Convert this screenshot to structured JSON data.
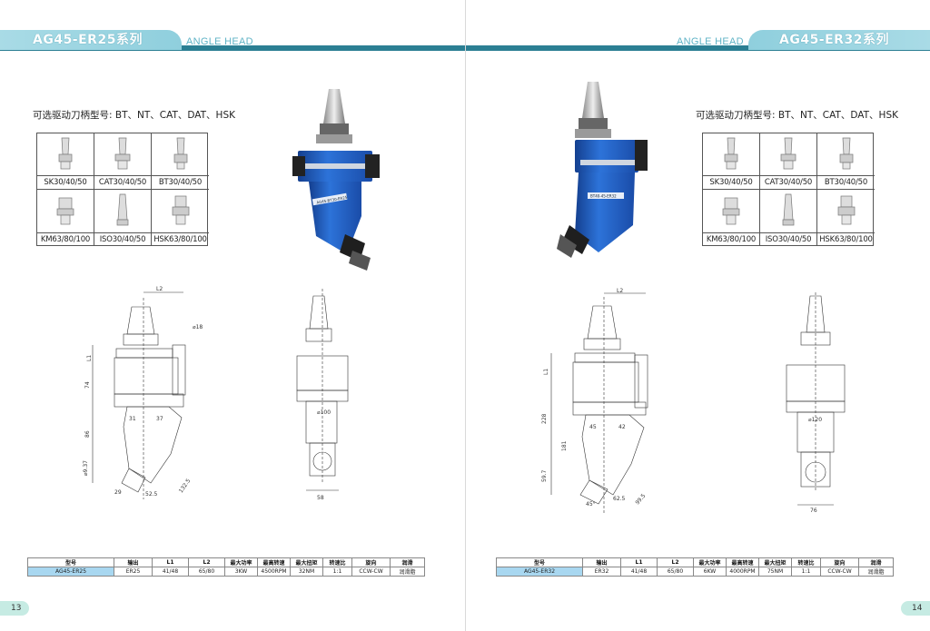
{
  "left": {
    "title": "AG45-ER25系列",
    "subtitle": "ANGLE HEAD",
    "holders_title": "可选驱动刀柄型号: BT、NT、CAT、DAT、HSK",
    "holders": [
      "SK30/40/50",
      "CAT30/40/50",
      "BT30/40/50",
      "KM63/80/100",
      "ISO30/40/50",
      "HSK63/80/100"
    ],
    "photo_label": "AG45-BT30-ER25",
    "dims": {
      "l2": "L2",
      "l1": "L1",
      "d18": "⌀18",
      "v74": "74",
      "v31": "31",
      "v37": "37",
      "v86": "86",
      "v49": "⌀9.37",
      "v29": "29",
      "v525": "52.5",
      "v1325": "132.5",
      "d100": "⌀100",
      "v58": "58"
    },
    "table": {
      "headers": [
        "型号",
        "输出",
        "L1",
        "L2",
        "最大功率",
        "最高转速",
        "最大扭矩",
        "转速比",
        "旋向",
        "润滑"
      ],
      "rows": [
        [
          "AG45-ER25",
          "ER25",
          "41/48",
          "65/80",
          "3KW",
          "4500RPM",
          "32NM",
          "1:1",
          "CCW-CW",
          "润滑脂"
        ]
      ]
    },
    "page_number": "13"
  },
  "right": {
    "title": "AG45-ER32系列",
    "subtitle": "ANGLE HEAD",
    "holders_title": "可选驱动刀柄型号: BT、NT、CAT、DAT、HSK",
    "holders": [
      "SK30/40/50",
      "CAT30/40/50",
      "BT30/40/50",
      "KM63/80/100",
      "ISO30/40/50",
      "HSK63/80/100"
    ],
    "photo_label": "BT40-45-ER32",
    "dims": {
      "l2": "L2",
      "l1": "L1",
      "v228": "228",
      "v45": "45",
      "v42": "42",
      "v181": "181",
      "v597": "59.7",
      "v45deg": "45°",
      "v625": "62.5",
      "v995": "99.5",
      "d120": "⌀120",
      "v76": "76"
    },
    "table": {
      "headers": [
        "型号",
        "输出",
        "L1",
        "L2",
        "最大功率",
        "最高转速",
        "最大扭矩",
        "转速比",
        "旋向",
        "润滑"
      ],
      "rows": [
        [
          "AG45-ER32",
          "ER32",
          "41/48",
          "65/80",
          "6KW",
          "4000RPM",
          "75NM",
          "1:1",
          "CCW-CW",
          "润滑脂"
        ]
      ]
    },
    "page_number": "14"
  },
  "colors": {
    "accent": "#2b7f93",
    "tab": "#8fcfdd",
    "product_blue": "#1f5fc9",
    "model_cell": "#a8d7f0",
    "page_pill": "#c6ebe3"
  }
}
